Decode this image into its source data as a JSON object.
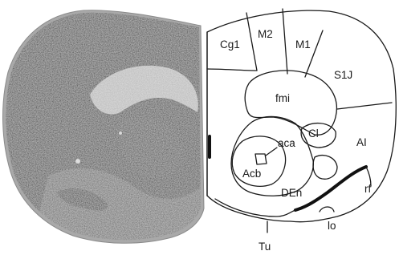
{
  "figure": {
    "panels": [
      "stained-section",
      "atlas-diagram"
    ],
    "labels": {
      "cg1": "Cg1",
      "m2": "M2",
      "m1": "M1",
      "s1j": "S1J",
      "fmi": "fmi",
      "cl": "Cl",
      "ai": "AI",
      "aca": "aca",
      "acb": "Acb",
      "den": "DEn",
      "rf": "rf",
      "lo": "lo",
      "tu": "Tu"
    },
    "colors": {
      "background": "#ffffff",
      "line": "#1a1a1a",
      "stain_dark": "#1c1c1c",
      "stain_mid": "#6f6f6f",
      "stain_light": "#b5b5b5"
    }
  }
}
